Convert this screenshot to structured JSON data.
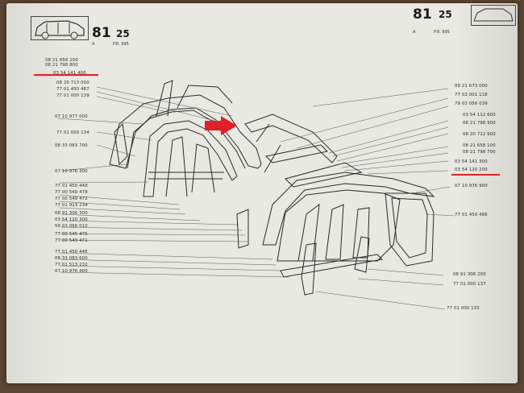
{
  "header_left": {
    "page_number": "81",
    "page_suffix": "25",
    "section_letter": "A",
    "ref": "P.R. 995"
  },
  "header_right": {
    "page_number": "81",
    "page_suffix": "25",
    "section_letter": "A",
    "ref": "P.R. 995"
  },
  "left_labels": [
    "08 21 658 200",
    "08 21 798 800",
    "03 54 141 400",
    "08 20 713 000",
    "77 01 450 487",
    "77 01 000 139",
    "07 10 977 000",
    "77 01 000 134",
    "08 33 083 700",
    "07 10 976 300",
    "77 01 450 448",
    "77 00 549 478",
    "77 00 549 472",
    "77 01 913 234",
    "08 91 306 300",
    "03 54 120 300",
    "59 03 066 010",
    "77 00 545 475",
    "77 00 549 471",
    "77 01 450 446",
    "08 33 083 600",
    "77 01 513 232",
    "07 10 976 400"
  ],
  "right_labels": [
    "08 21 673 000",
    "77 03 001 118",
    "79 03 056 039",
    "03 54 112 600",
    "08 21 798 900",
    "08 20 712 900",
    "08 21 658 100",
    "08 21 798 700",
    "03 54 141 300",
    "03 54 120 200",
    "07 10 976 900",
    "77 01 450 486",
    "08 91 306 200",
    "77 01 000 137",
    "77 01 000 133"
  ],
  "colors": {
    "highlight": "#d8262a",
    "paper": "#e9e9e3",
    "ink": "#2b2b2b"
  }
}
